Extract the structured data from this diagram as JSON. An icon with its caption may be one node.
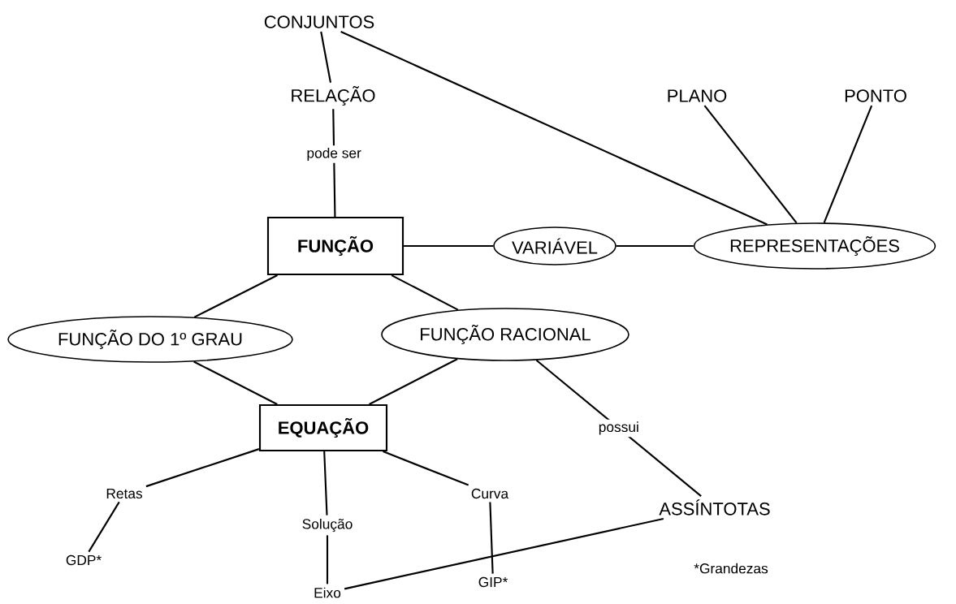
{
  "diagram": {
    "nodes": [
      {
        "text": [
          "CONJUNTOS"
        ]
      },
      {
        "text": [
          "RELAÇÃO"
        ]
      },
      {
        "text": [
          "PLANO"
        ]
      },
      {
        "text": [
          "PONTO"
        ]
      },
      {
        "text": [
          "FUNÇÃO"
        ]
      },
      {
        "text": [
          "VARIÁVEL"
        ]
      },
      {
        "text": [
          "REPRESENTAÇÕES"
        ]
      },
      {
        "text": [
          "FUNÇÃO DO 1º GRAU"
        ]
      },
      {
        "text": [
          "FUNÇÃO RACIONAL"
        ]
      },
      {
        "text": [
          "EQUAÇÃO"
        ]
      },
      {
        "text": [
          "Retas"
        ]
      },
      {
        "text": [
          "Solução"
        ]
      },
      {
        "text": [
          "Curva"
        ]
      },
      {
        "text": [
          "ASSÍNTOTAS"
        ]
      },
      {
        "text": [
          "GDP*"
        ]
      },
      {
        "text": [
          "Eixo"
        ]
      },
      {
        "text": [
          "GIP*"
        ]
      }
    ],
    "edges": [
      {
        "from": 0,
        "to": 1,
        "arrow": "none"
      },
      {
        "from": 0,
        "to": 6,
        "arrow": "none"
      },
      {
        "from": 1,
        "to": 4,
        "arrow": "none",
        "label": "pode ser"
      },
      {
        "from": 2,
        "to": 6,
        "arrow": "none"
      },
      {
        "from": 3,
        "to": 6,
        "arrow": "none"
      },
      {
        "from": 4,
        "to": 5,
        "arrow": "none"
      },
      {
        "from": 5,
        "to": 6,
        "arrow": "none"
      },
      {
        "from": 4,
        "to": 7,
        "arrow": "none"
      },
      {
        "from": 4,
        "to": 8,
        "arrow": "none"
      },
      {
        "from": 7,
        "to": 9,
        "arrow": "none"
      },
      {
        "from": 8,
        "to": 9,
        "arrow": "none"
      },
      {
        "from": 8,
        "to": 13,
        "arrow": "none",
        "label": "possui"
      },
      {
        "from": 9,
        "to": 10,
        "arrow": "none"
      },
      {
        "from": 9,
        "to": 11,
        "arrow": "none"
      },
      {
        "from": 9,
        "to": 12,
        "arrow": "none"
      },
      {
        "from": 10,
        "to": 14,
        "arrow": "none"
      },
      {
        "from": 11,
        "to": 15,
        "arrow": "none"
      },
      {
        "from": 12,
        "to": 16,
        "arrow": "none"
      },
      {
        "from": 13,
        "to": 15,
        "arrow": "none"
      }
    ],
    "labels": [
      "*Grandezas"
    ]
  }
}
